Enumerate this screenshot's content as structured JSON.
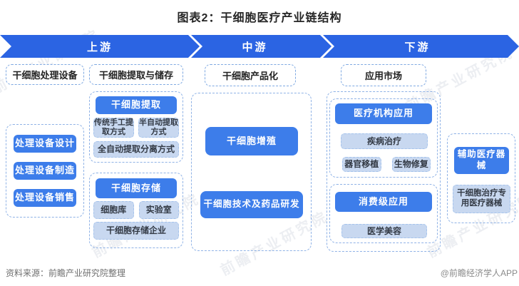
{
  "title": "图表2：干细胞医疗产业链结构",
  "watermark": {
    "text": "前瞻产业研究院"
  },
  "banner": {
    "segments": [
      {
        "label": "上游"
      },
      {
        "label": "中游"
      },
      {
        "label": "下游"
      }
    ]
  },
  "upstream": {
    "equipment": {
      "header": "干细胞处理设备",
      "items": [
        {
          "label": "处理设备设计"
        },
        {
          "label": "处理设备制造"
        },
        {
          "label": "处理设备销售"
        }
      ]
    },
    "extraction_storage": {
      "header": "干细胞提取与储存",
      "extraction": {
        "title": "干细胞提取",
        "methods": [
          {
            "label": "传统手工提取方式"
          },
          {
            "label": "半自动提取方式"
          }
        ],
        "method_full": {
          "label": "全自动提取分离方式"
        }
      },
      "storage": {
        "title": "干细胞存储",
        "places": [
          {
            "label": "细胞库"
          },
          {
            "label": "实验室"
          }
        ],
        "company": {
          "label": "干细胞存储企业"
        }
      }
    }
  },
  "midstream": {
    "header": "干细胞产品化",
    "items": [
      {
        "label": "干细胞增殖"
      },
      {
        "label": "干细胞技术及药品研发"
      }
    ]
  },
  "downstream": {
    "header": "应用市场",
    "medical": {
      "title": "医疗机构应用",
      "primary": {
        "label": "疾病治疗"
      },
      "secondary": [
        {
          "label": "器官移植"
        },
        {
          "label": "生物修复"
        }
      ]
    },
    "consumer": {
      "title": "消费级应用",
      "primary": {
        "label": "医学美容"
      }
    },
    "auxiliary": {
      "title": "辅助医疗器械",
      "item": {
        "label": "干细胞治疗专用医疗器械"
      }
    }
  },
  "footer": {
    "source": "资料来源：前瞻产业研究院整理",
    "credit": "@前瞻经济学人APP"
  },
  "colors": {
    "banner_blue": "#2B64E3",
    "button_blue": "#3D7DEA",
    "cell_fill": "#C8D8F0",
    "dash_border": "#8FB2E6"
  }
}
